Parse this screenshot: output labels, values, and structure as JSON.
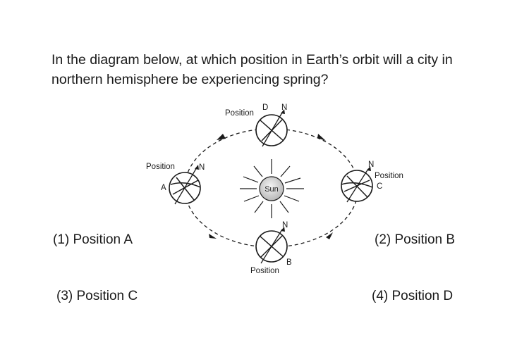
{
  "question": "In the diagram below, at which position in Earth’s orbit will a city in northern hemisphere be experiencing spring?",
  "diagram": {
    "sun_label": "Sun",
    "position_word": "Position",
    "north_label": "N",
    "positions": [
      {
        "letter": "A"
      },
      {
        "letter": "B"
      },
      {
        "letter": "C"
      },
      {
        "letter": "D"
      }
    ]
  },
  "choices": [
    {
      "label": "(1) Position A"
    },
    {
      "label": "(2) Position B"
    },
    {
      "label": "(3) Position C"
    },
    {
      "label": "(4) Position D"
    }
  ]
}
